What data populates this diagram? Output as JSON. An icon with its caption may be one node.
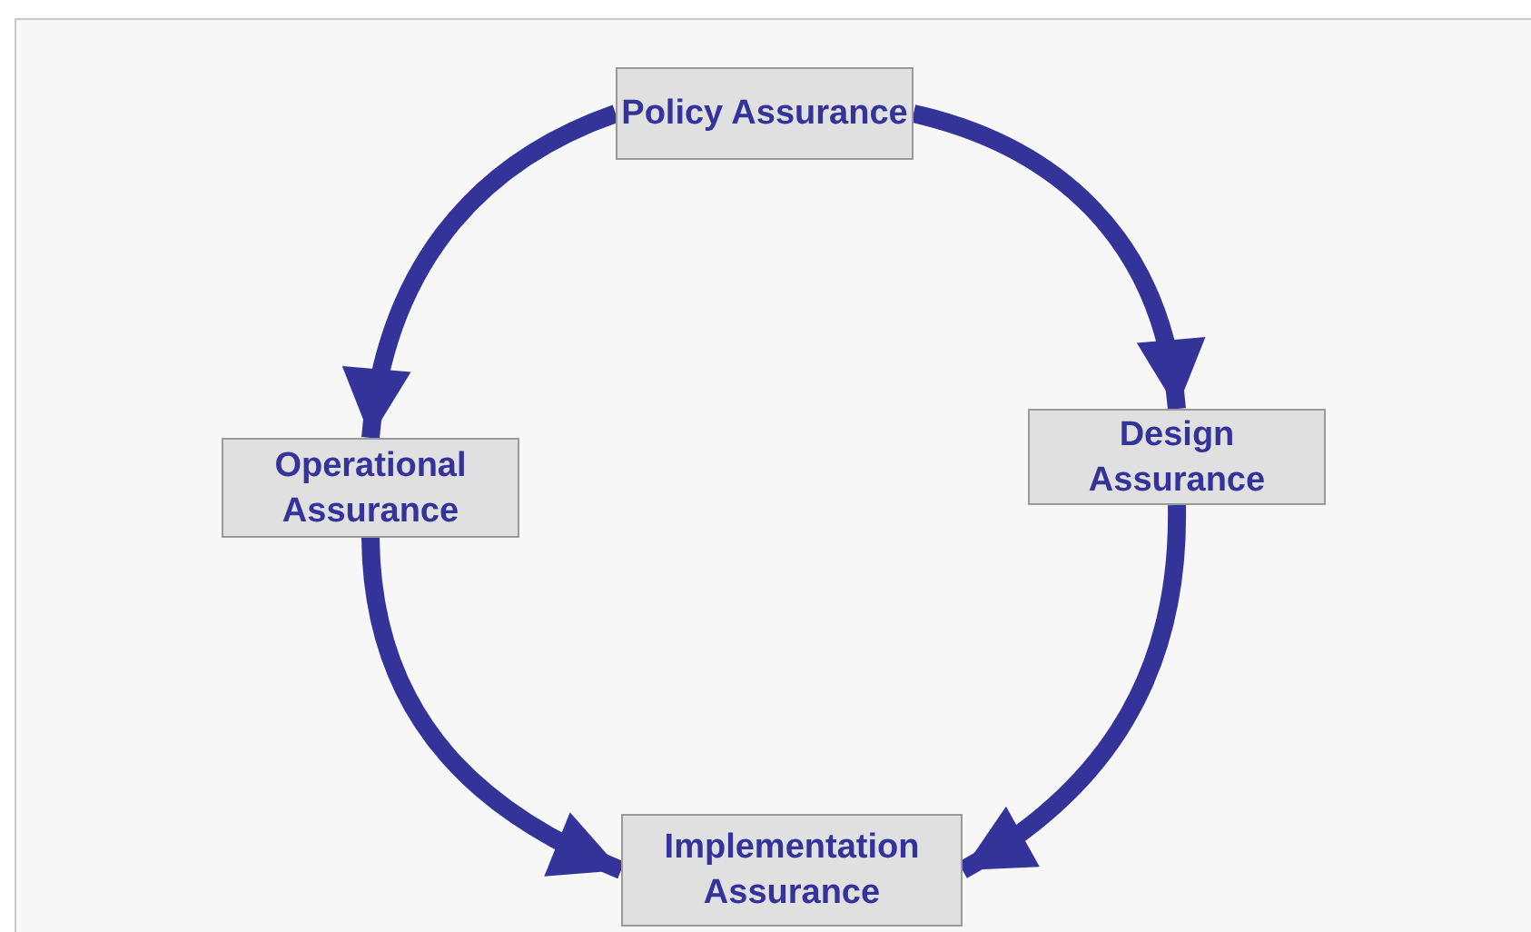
{
  "diagram": {
    "nodes": [
      {
        "text": [
          "Policy Assurance"
        ]
      },
      {
        "text": [
          "Operational Assurance"
        ]
      },
      {
        "text": [
          "Design Assurance"
        ]
      },
      {
        "text": [
          "Implementation Assurance"
        ]
      }
    ],
    "edges": [
      {
        "from": 0,
        "to": 1,
        "arrow": "to"
      },
      {
        "from": 0,
        "to": 2,
        "arrow": "to"
      },
      {
        "from": 1,
        "to": 3,
        "arrow": "to"
      },
      {
        "from": 2,
        "to": 3,
        "arrow": "to"
      }
    ]
  }
}
